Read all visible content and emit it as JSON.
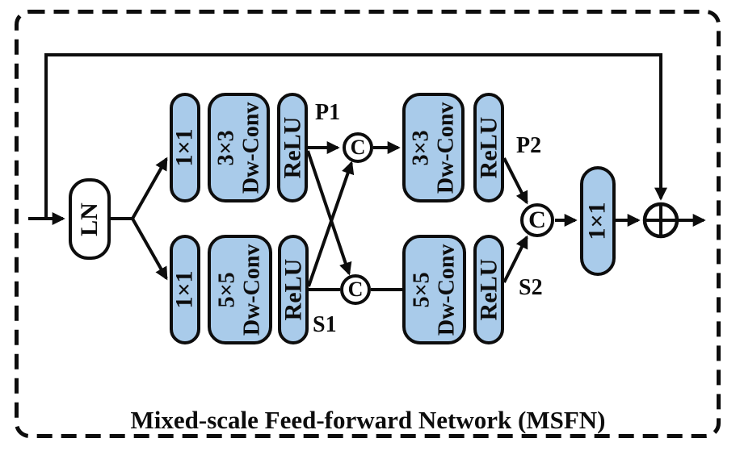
{
  "figure": {
    "title": "Mixed-scale Feed-forward Network (MSFN)",
    "blocks": {
      "ln": {
        "label": "LN"
      },
      "conv1_top": {
        "label": "1×1"
      },
      "dw3_first": {
        "line1": "3×3",
        "line2": "Dw-Conv"
      },
      "relu_top_first": {
        "label": "ReLU"
      },
      "conv1_bottom": {
        "label": "1×1"
      },
      "dw5_first": {
        "line1": "5×5",
        "line2": "Dw-Conv"
      },
      "relu_bottom_first": {
        "label": "ReLU"
      },
      "dw3_second": {
        "line1": "3×3",
        "line2": "Dw-Conv"
      },
      "relu_top_second": {
        "label": "ReLU"
      },
      "dw5_second": {
        "line1": "5×5",
        "line2": "Dw-Conv"
      },
      "relu_bottom_second": {
        "label": "ReLU"
      },
      "conv1_final": {
        "label": "1×1"
      }
    },
    "nodes": {
      "concat_top": "C",
      "concat_bottom": "C",
      "concat_final": "C",
      "sum_icon": "circled-plus"
    },
    "edge_labels": {
      "p1": "P1",
      "s1": "S1",
      "p2": "P2",
      "s2": "S2"
    },
    "colors": {
      "block_fill": "#a9cbea",
      "stroke": "#0d0d0d",
      "background": "#ffffff"
    }
  }
}
